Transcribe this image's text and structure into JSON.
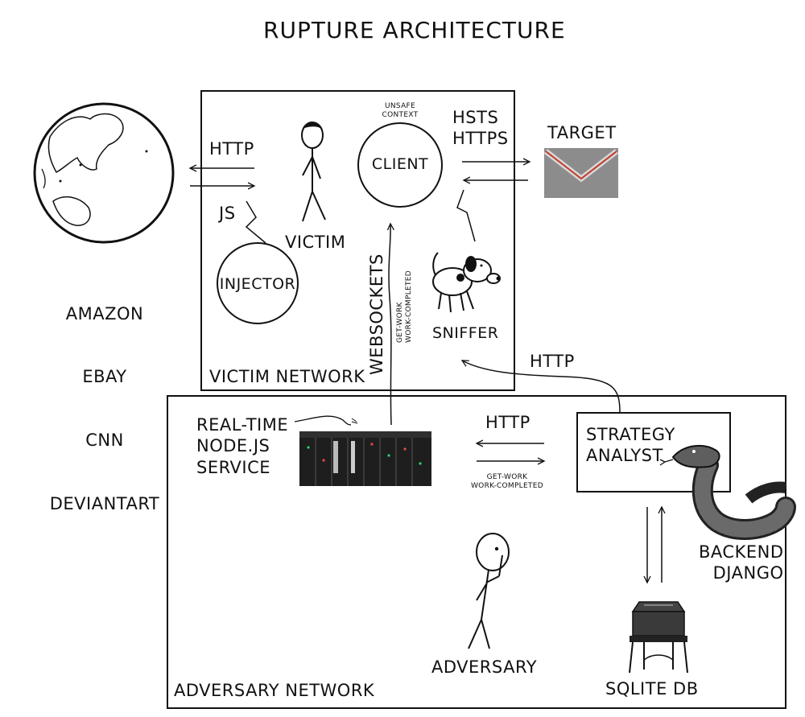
{
  "title": "RUPTURE ARCHITECTURE",
  "websites": [
    "AMAZON",
    "EBAY",
    "CNN",
    "DEVIANTART"
  ],
  "victim_network": {
    "label": "VICTIM NETWORK",
    "victim": "VICTIM",
    "injector": "INJECTOR",
    "client": "CLIENT",
    "client_note": "UNSAFE\nCONTEXT",
    "sniffer": "SNIFFER",
    "http_left": "HTTP",
    "js": "JS",
    "hsts_https": "HSTS\nHTTPS"
  },
  "target": {
    "label": "TARGET",
    "icon": "gmail-envelope-icon",
    "colors": {
      "gray": "#8c8c8c",
      "red": "#c0392b"
    }
  },
  "websockets": {
    "label": "WEBSOCKETS",
    "note": "GET-WORK\nWORK-COMPLETED"
  },
  "adversary_network": {
    "label": "ADVERSARY NETWORK",
    "node_service": "REAL-TIME\nNODE.JS\nSERVICE",
    "http_mid": "HTTP",
    "http_mid_note": "GET-WORK\nWORK-COMPLETED",
    "strategy_analyst": "STRATEGY\nANALYST",
    "backend": "BACKEND\nDJANGO",
    "adversary": "ADVERSARY",
    "sqlite": "SQLITE DB",
    "http_to_sniffer": "HTTP"
  }
}
